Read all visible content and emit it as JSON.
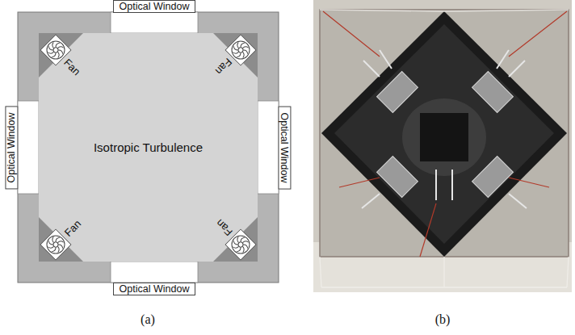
{
  "diagram": {
    "nodes": [
      {
        "text": [
          "Optical Window"
        ]
      },
      {
        "text": [
          "Fan"
        ]
      },
      {
        "text": [
          "Fan"
        ]
      },
      {
        "text": [
          "Optical Window"
        ]
      },
      {
        "text": [
          "Isotropic Turbulence"
        ]
      },
      {
        "text": [
          "Optical Window"
        ]
      },
      {
        "text": [
          "Fan"
        ]
      },
      {
        "text": [
          "Fan"
        ]
      },
      {
        "text": [
          "Optical Window"
        ]
      }
    ],
    "labels": [
      "(a)",
      "(b)"
    ]
  }
}
